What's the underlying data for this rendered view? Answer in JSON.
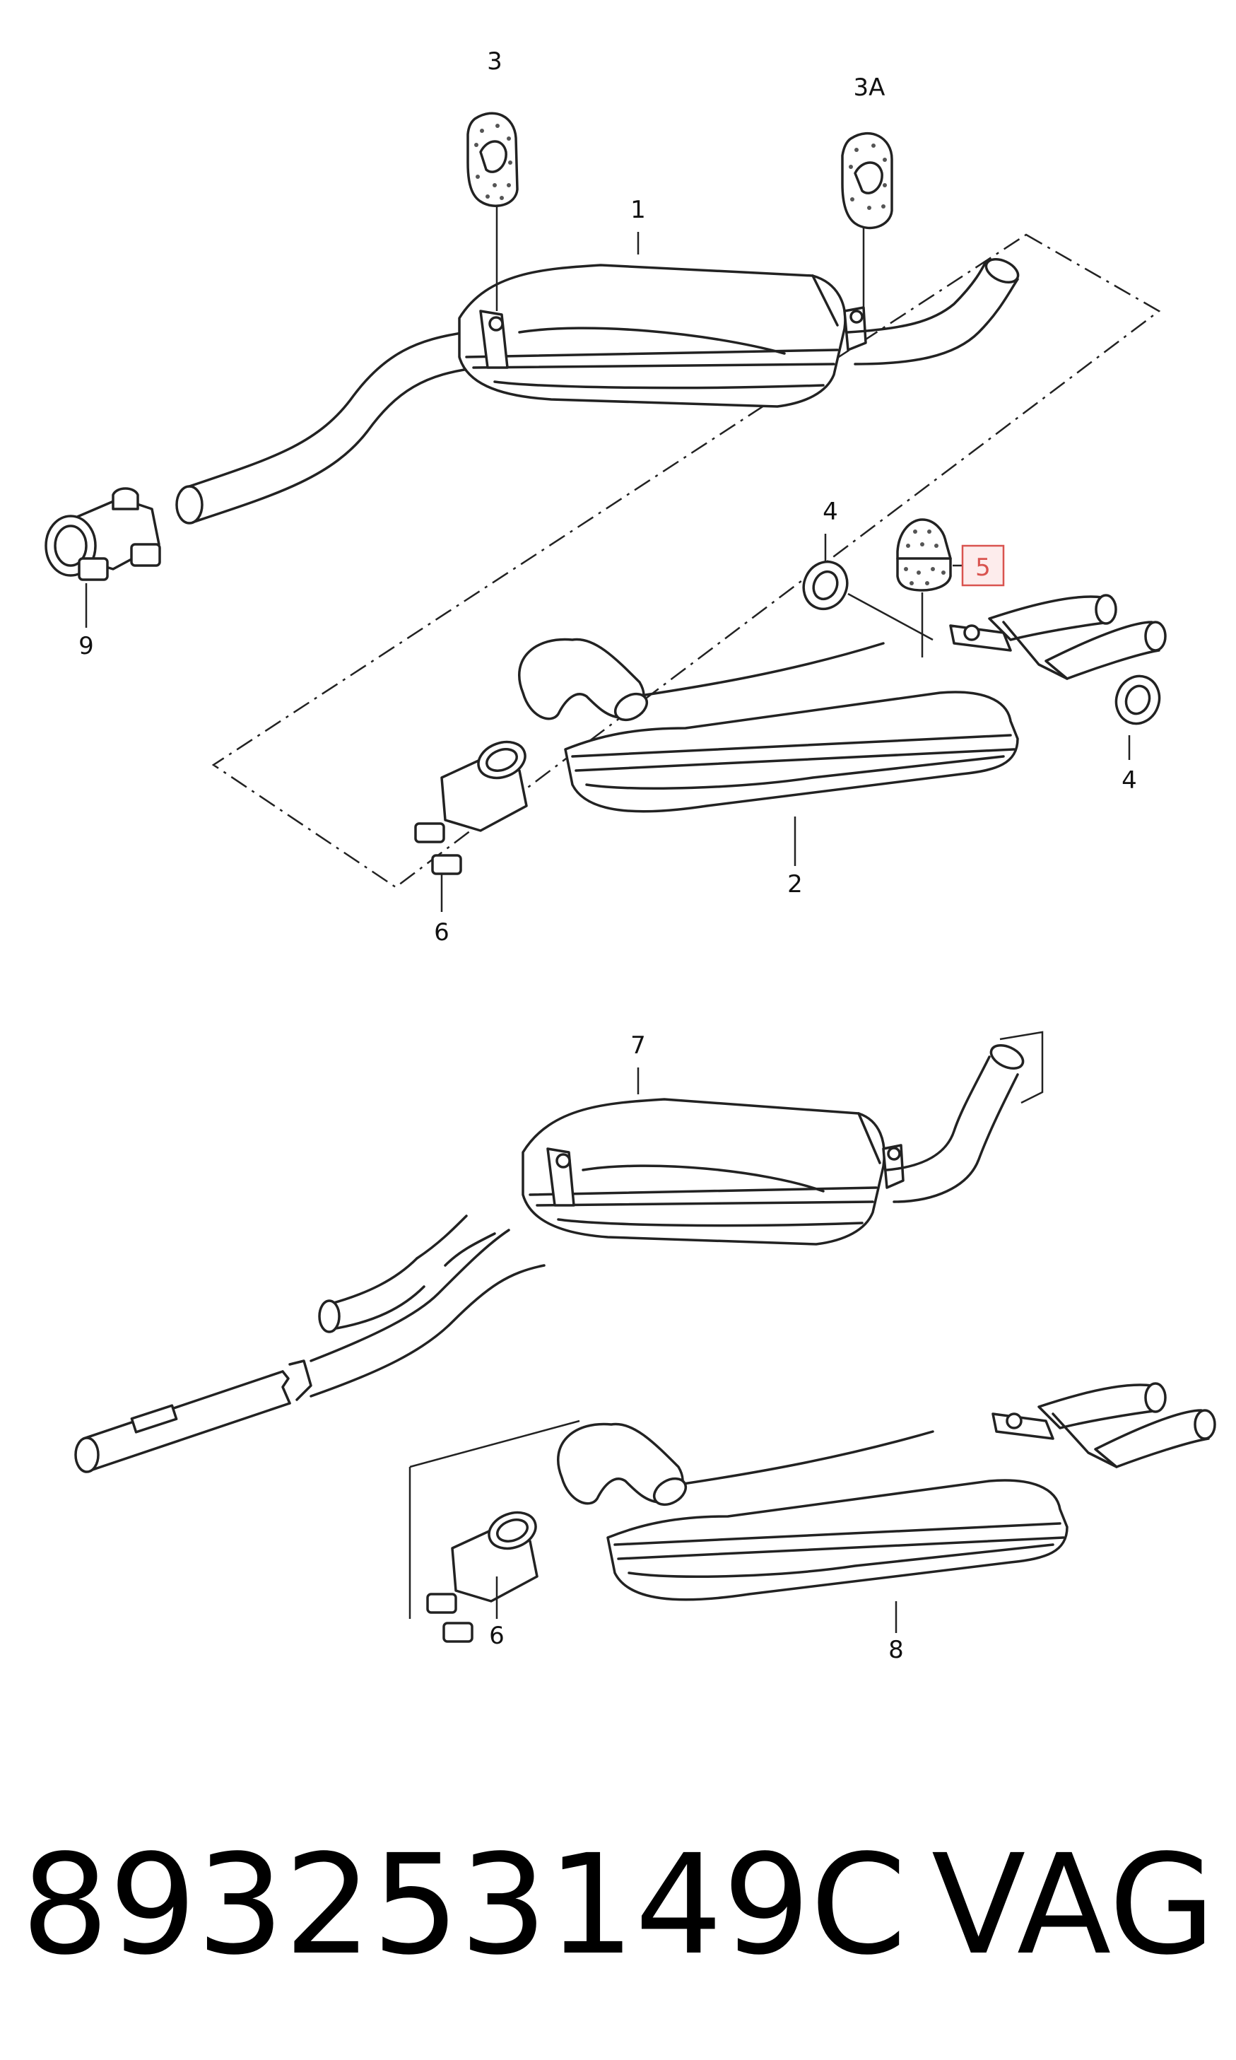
{
  "diagram": {
    "callouts": {
      "c1": "1",
      "c2": "2",
      "c3": "3",
      "c3a": "3A",
      "c4a": "4",
      "c4b": "4",
      "c5": "5",
      "c6a": "6",
      "c6b": "6",
      "c7": "7",
      "c8": "8",
      "c9": "9"
    },
    "highlight_color": "#d9534f"
  },
  "footer": {
    "part_number": "893253149C",
    "brand": "VAG"
  }
}
